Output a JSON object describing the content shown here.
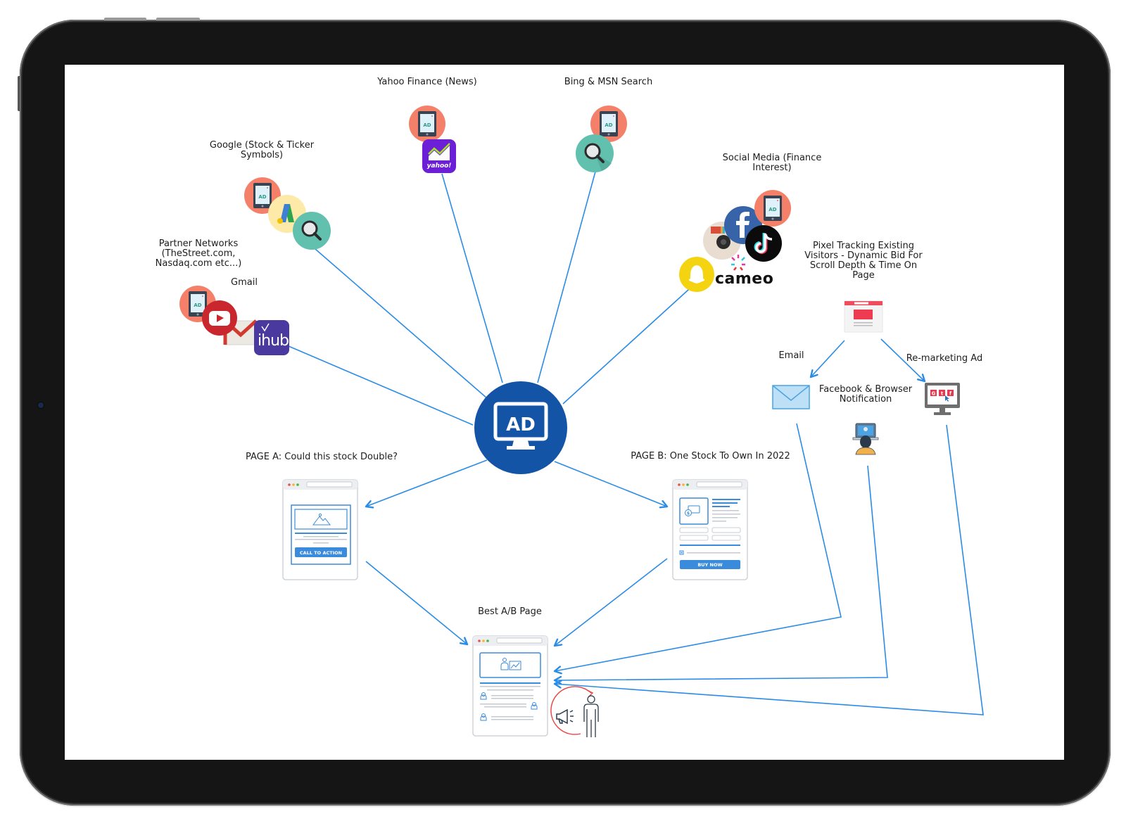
{
  "device": "tablet",
  "diagram": {
    "title": "Ad traffic sources and A/B landing page funnel",
    "center_node": {
      "label": "AD",
      "icon": "ad-monitor-icon",
      "color": "#1354a6"
    },
    "line_color": "#2a8ce6",
    "sources": [
      {
        "id": "yahoo",
        "label": "Yahoo Finance (News)",
        "icons": [
          "ad-tablet-icon",
          "yahoo-finance-icon"
        ],
        "logo_text": "yahoo!"
      },
      {
        "id": "bing",
        "label": "Bing & MSN Search",
        "icons": [
          "ad-tablet-icon",
          "search-magnifier-icon"
        ]
      },
      {
        "id": "google",
        "label_lines": [
          "Google (Stock & Ticker",
          "Symbols)"
        ],
        "icons": [
          "ad-tablet-icon",
          "google-ads-icon",
          "search-magnifier-icon"
        ]
      },
      {
        "id": "social",
        "label_lines": [
          "Social Media (Finance",
          "Interest)"
        ],
        "icons": [
          "ad-tablet-icon",
          "facebook-icon",
          "tiktok-icon",
          "instagram-icon",
          "snapchat-icon",
          "cameo-icon"
        ],
        "logo_text": "cameo"
      },
      {
        "id": "partner",
        "label_lines": [
          "Partner Networks",
          "(TheStreet.com,",
          "Nasdaq.com etc...)"
        ],
        "icons": [
          "ad-tablet-icon",
          "youtube-icon",
          "gmail-icon",
          "ihub-icon"
        ],
        "logo_text": "ihub"
      },
      {
        "id": "gmail",
        "label": "Gmail"
      }
    ],
    "icon_ad_text": "AD",
    "pages": {
      "page_a": {
        "label": "PAGE A: Could this stock Double?",
        "button": "CALL TO ACTION"
      },
      "page_b": {
        "label": "PAGE B: One Stock To Own In 2022",
        "button": "BUY NOW"
      },
      "best": {
        "label": "Best A/B Page"
      }
    },
    "retargeting": {
      "pixel": {
        "label_lines": [
          "Pixel Tracking Existing",
          "Visitors - Dynamic Bid For",
          "Scroll Depth & Time On",
          "Page"
        ]
      },
      "email": {
        "label": "Email"
      },
      "notification": {
        "label_lines": [
          "Facebook & Browser",
          "Notification"
        ]
      },
      "remarketing": {
        "label": "Re-marketing Ad",
        "social_letters": [
          "G",
          "t",
          "f"
        ]
      }
    }
  }
}
